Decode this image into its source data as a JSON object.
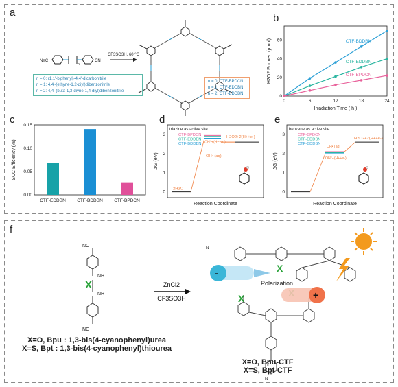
{
  "panels": {
    "a": {
      "label": "a",
      "reagent": "CF3SO3H, 60 °C",
      "monomers": [
        "n = 0: (1,1'-biphenyl)-4,4'-dicarbonitrile",
        "n = 1: 4,4'-(ethyne-1,2-diyl)dibenzonitrile",
        "n = 2: 4,4'-(buta-1,3-diyne-1,4-diyl)dibenzonitrile"
      ],
      "products": [
        "n = 0: CTF-BPDCN",
        "n = 1: CTF-EDDBN",
        "n = 2: CTF-BDDBN"
      ],
      "colors": {
        "monomer_box": "#5bb8a8",
        "product_box": "#f0a070"
      }
    },
    "b": {
      "label": "b"
    },
    "c": {
      "label": "c"
    },
    "d": {
      "label": "d"
    },
    "e": {
      "label": "e"
    },
    "f": {
      "label": "f",
      "reagent_top": "ZnCl2",
      "reagent_bottom": "CF3SO3H",
      "polarization": "Polarization",
      "monomer_caption": [
        "X=O, Bpu : 1,3-bis(4-cyanophenyl)urea",
        "X=S, Bpt : 1,3-bis(4-cyanophenyl)thiourea"
      ],
      "product_caption": [
        "X=O, Bpu-CTF",
        "X=S, Bpt-CTF"
      ]
    }
  },
  "chart_data": [
    {
      "panel": "b",
      "type": "line",
      "xlabel": "Irradiation Time ( h )",
      "ylabel": "H2O2 Formed (μmol)",
      "x": [
        0,
        6,
        12,
        18,
        24
      ],
      "xticks": [
        "0",
        "6",
        "12",
        "18",
        "24"
      ],
      "xlim": [
        0,
        24
      ],
      "ylim": [
        0,
        75
      ],
      "yticks": [
        "0",
        "20",
        "40",
        "60"
      ],
      "series": [
        {
          "name": "CTF-BDDBN",
          "color": "#2a9fd6",
          "values": [
            0,
            19,
            36,
            53,
            70
          ]
        },
        {
          "name": "CTF-EDDBN",
          "color": "#2ab5a0",
          "values": [
            0,
            11,
            21,
            31,
            40
          ]
        },
        {
          "name": "CTF-BPDCN",
          "color": "#e8609a",
          "values": [
            0,
            6,
            12,
            17,
            22
          ]
        }
      ]
    },
    {
      "panel": "c",
      "type": "bar",
      "ylabel": "SCC Efficiency (%)",
      "categories": [
        "CTF-EDDBN",
        "CTF-BDDBN",
        "CTF-BPDCN"
      ],
      "values": [
        0.068,
        0.141,
        0.027
      ],
      "colors": [
        "#17a2a8",
        "#1a8fd4",
        "#e0509a"
      ],
      "ylim": [
        0,
        0.15
      ],
      "yticks": [
        "0.00",
        "0.05",
        "0.10",
        "0.15"
      ]
    },
    {
      "panel": "d",
      "type": "line",
      "title": "triazine as active site",
      "xlabel": "Reaction Coordinate",
      "ylabel": "ΔG (eV)",
      "ylim": [
        -0.3,
        3.5
      ],
      "yticks": [
        "0",
        "1",
        "2",
        "3"
      ],
      "legend": [
        "CTF-BPDCN",
        "CTF-EDDBN",
        "CTF-BDDBN"
      ],
      "legend_colors": [
        "#e8609a",
        "#2ab5a0",
        "#2a9fd6"
      ],
      "annotations": [
        "2H2O",
        "OH*+(H++e-)",
        "OH• (aq)",
        "H2O2+2(H++e-)"
      ],
      "step_values": {
        "start": 0,
        "intermediate": [
          2.8,
          2.9,
          2.95
        ],
        "oh_aq": 2.6,
        "end": 2.6
      }
    },
    {
      "panel": "e",
      "type": "line",
      "title": "benzene as active site",
      "xlabel": "Reaction Coordinate",
      "ylabel": "ΔG (eV)",
      "ylim": [
        -0.3,
        3.5
      ],
      "yticks": [
        "0",
        "1",
        "2",
        "3"
      ],
      "legend": [
        "CTF-BPDCN",
        "CTF-EDDBN",
        "CTF-BDDBN"
      ],
      "legend_colors": [
        "#e8609a",
        "#2ab5a0",
        "#2a9fd6"
      ],
      "annotations": [
        "OH• (aq)",
        "OH*+(H++e-)",
        "H2O2+2(H++e-)"
      ],
      "step_values": {
        "start": 0,
        "intermediate": [
          2.0,
          2.05,
          2.1
        ],
        "oh_aq": 2.6,
        "end": 2.6
      }
    }
  ]
}
